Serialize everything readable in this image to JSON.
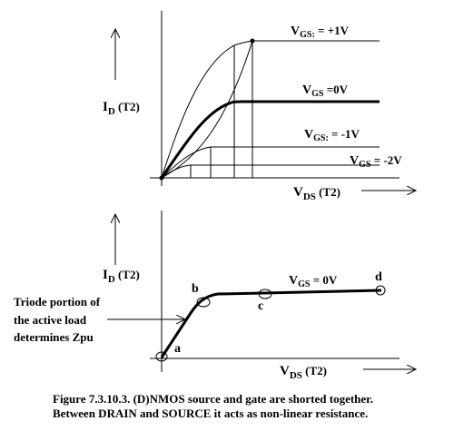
{
  "top_plot": {
    "y_label_main": "I",
    "y_label_sub": "D",
    "y_label_tail": " (T2)",
    "x_label_main": "V",
    "x_label_sub": "DS",
    "x_label_tail": " (T2)",
    "curves": [
      {
        "label_main": "V",
        "label_sub": "GS:",
        "label_tail": " = +1V",
        "vgs": 1
      },
      {
        "label_main": "V",
        "label_sub": "GS",
        "label_tail": " =0V",
        "vgs": 0
      },
      {
        "label_main": "V",
        "label_sub": "GS:",
        "label_tail": " = -1V",
        "vgs": -1
      },
      {
        "label_main": "V",
        "label_sub": "GS",
        "label_tail": " = -2V",
        "vgs": -2
      }
    ]
  },
  "bottom_plot": {
    "y_label_main": "I",
    "y_label_sub": "D",
    "y_label_tail": " (T2)",
    "x_label_main": "V",
    "x_label_sub": "DS",
    "x_label_tail": " (T2)",
    "curve_label_main": "V",
    "curve_label_sub": "GS",
    "curve_label_tail": " = 0V",
    "points": [
      "a",
      "b",
      "c",
      "d"
    ],
    "annotation_lines": [
      "Triode portion of",
      "the active load",
      "determines Zpu"
    ]
  },
  "caption": {
    "line1": "Figure 7.3.10.3. (D)NMOS source and gate are shorted together.",
    "line2": "Between DRAIN and SOURCE it acts as non-linear resistance."
  }
}
